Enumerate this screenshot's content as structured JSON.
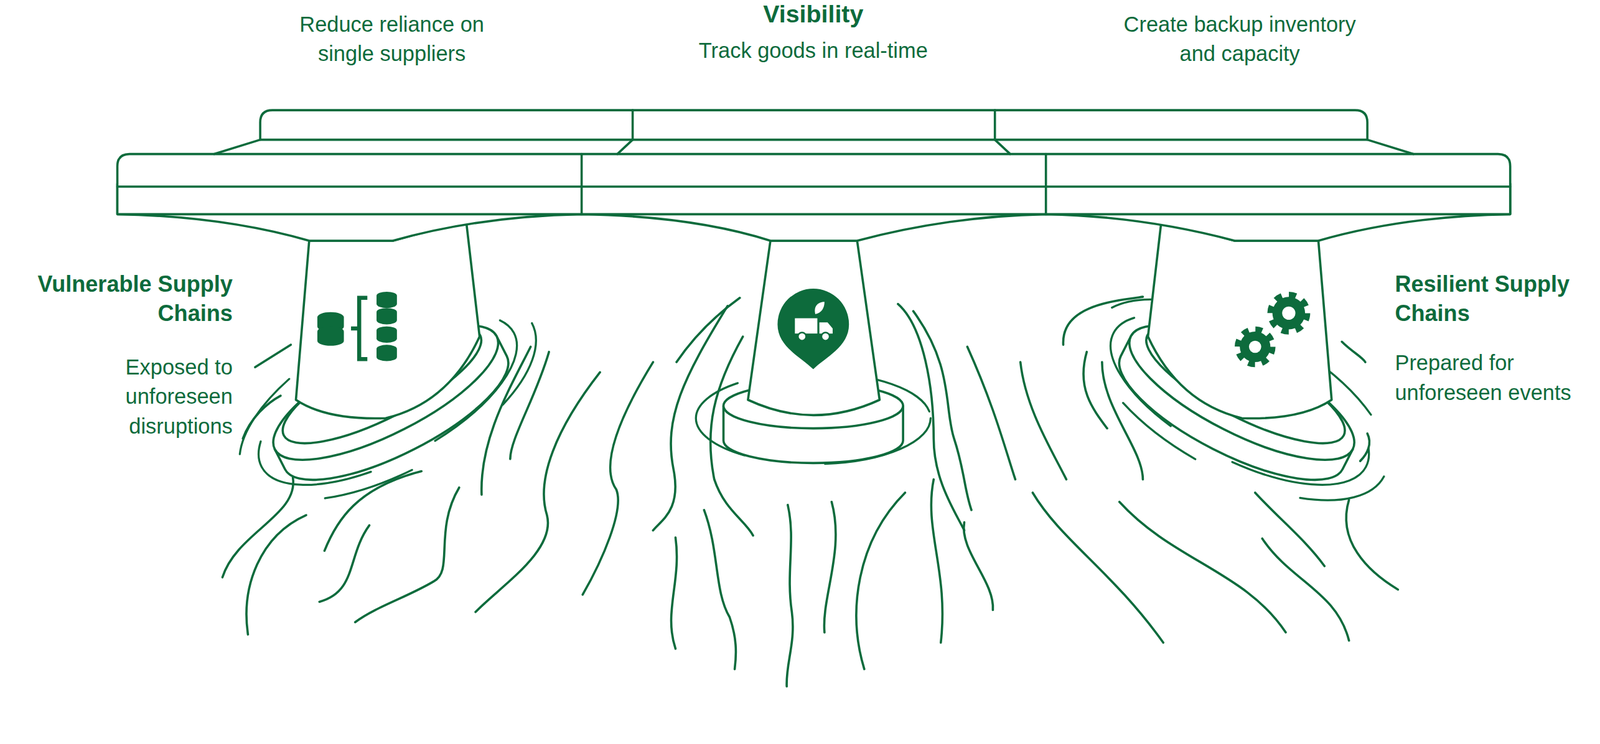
{
  "diagram": {
    "labels": [
      "Reduce reliance on single suppliers",
      "Visibility",
      "Track goods in real-time",
      "Create backup inventory and capacity",
      "Vulnerable Supply Chains",
      "Exposed to unforeseen disruptions",
      "Resilient Supply Chains",
      "Prepared for unforeseen events"
    ]
  }
}
